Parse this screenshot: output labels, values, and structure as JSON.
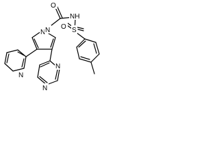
{
  "molecule": {
    "atoms": {
      "n_imine": "N",
      "n_pyrazole": "N",
      "n_amide": "NH",
      "o_carbonyl": "O",
      "o_sulfonyl": "O",
      "s": "S",
      "n_pyridine": "N",
      "n_pyrimidine_top": "N",
      "n_pyrimidine_bottom": "N"
    }
  }
}
